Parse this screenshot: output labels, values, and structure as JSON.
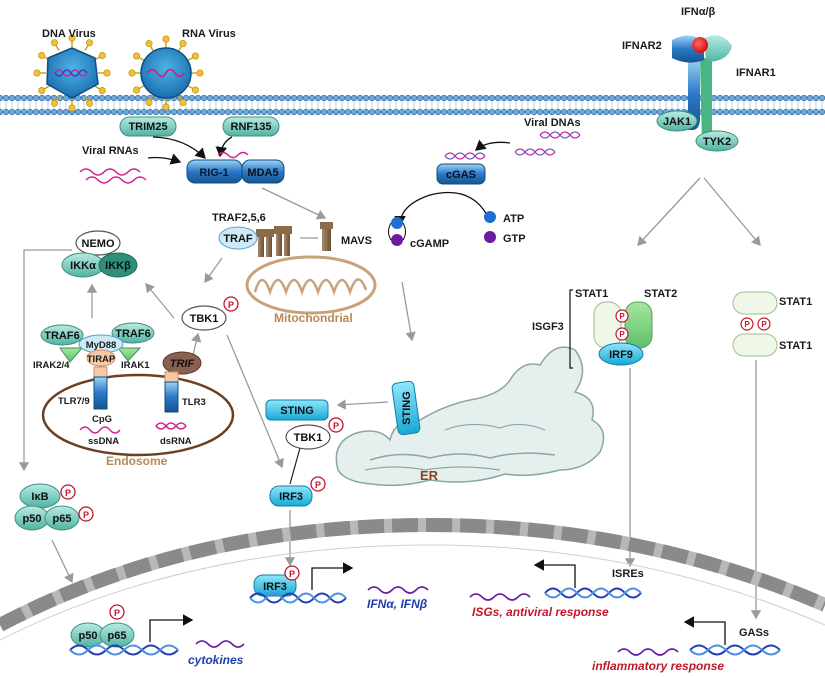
{
  "viruses": {
    "dna": "DNA Virus",
    "rna": "RNA Virus"
  },
  "receptor": {
    "ligand": "IFNα/β",
    "ifnar2": "IFNAR2",
    "ifnar1": "IFNAR1",
    "jak1": "JAK1",
    "tyk2": "TYK2"
  },
  "rna_sensing": {
    "trim25": "TRIM25",
    "rnf135": "RNF135",
    "viral_rnas": "Viral RNAs",
    "rig1": "RIG-1",
    "mda5": "MDA5"
  },
  "dna_sensing": {
    "viral_dnas": "Viral DNAs",
    "cgas": "cGAS",
    "atp": "ATP",
    "gtp": "GTP",
    "cgamp": "cGAMP"
  },
  "mito": {
    "traf_group": "TRAF2,5,6",
    "traf": "TRAF",
    "mavs": "MAVS",
    "label": "Mitochondrial"
  },
  "nfkb_complex": {
    "nemo": "NEMO",
    "ikka": "IKKα",
    "ikkb": "IKKβ"
  },
  "endosome": {
    "traf6_left": "TRAF6",
    "traf6_right": "TRAF6",
    "myd88": "MyD88",
    "tirap": "TIRAP",
    "irak24": "IRAK2/4",
    "irak1": "IRAK1",
    "trif": "TRIF",
    "tlr79": "TLR7/9",
    "tlr3": "TLR3",
    "cpg": "CpG",
    "ssdna": "ssDNA",
    "dsrna": "dsRNA",
    "label": "Endosome"
  },
  "tbk1_top": "TBK1",
  "sting_er": "STING",
  "sting_complex": {
    "sting": "STING",
    "tbk1": "TBK1",
    "irf3": "IRF3"
  },
  "er_label": "ER",
  "isgf3": {
    "stat1": "STAT1",
    "stat2": "STAT2",
    "label": "ISGF3",
    "irf9": "IRF9"
  },
  "stat_dimer": {
    "stat1_top": "STAT1",
    "stat1_bottom": "STAT1"
  },
  "ikb_complex": {
    "ikb": "IκB",
    "p50": "p50",
    "p65": "p65"
  },
  "phospho": "P",
  "nucleus": {
    "irf3": "IRF3",
    "ifn_text": "IFNα, IFNβ",
    "isres": "ISREs",
    "isg_text": "ISGs, antiviral response",
    "p50": "p50",
    "p65": "p65",
    "cytokines": "cytokines",
    "gass": "GASs",
    "inflammatory": "inflammatory response"
  },
  "colors": {
    "teal": "#6ec5b8",
    "cyan": "#2ec4e8",
    "blue_pill": "#2a79c8",
    "red": "#c4162a",
    "brown": "#b58a55"
  }
}
